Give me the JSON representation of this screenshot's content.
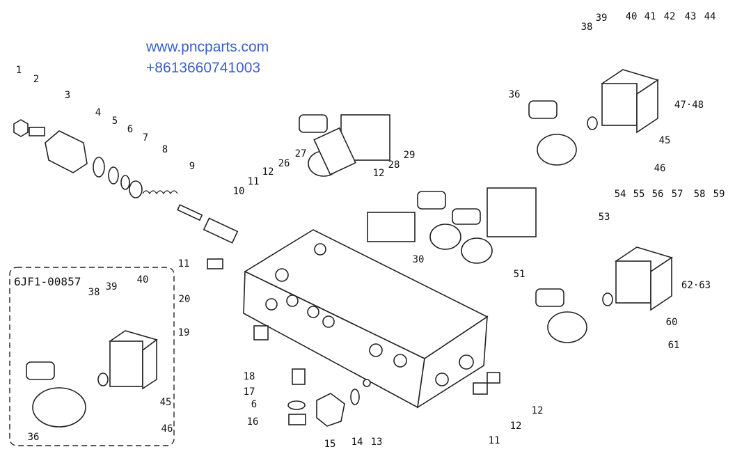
{
  "watermark": {
    "website": "www.pncparts.com",
    "phone": "+8613660741003"
  },
  "inset": {
    "title": "6JF1-00857"
  },
  "labels": [
    "1",
    "2",
    "3",
    "4",
    "5",
    "6",
    "7",
    "8",
    "9",
    "10",
    "11",
    "12",
    "26",
    "27",
    "12",
    "28",
    "29",
    "30",
    "11",
    "20",
    "19",
    "18",
    "17",
    "6",
    "16",
    "15",
    "14",
    "13",
    "11",
    "12",
    "12",
    "36",
    "38",
    "39",
    "40",
    "41",
    "42",
    "43",
    "44",
    "47·48",
    "45",
    "46",
    "53",
    "54",
    "55",
    "56",
    "57",
    "58",
    "59",
    "62·63",
    "60",
    "61",
    "51",
    "38",
    "39",
    "40",
    "45",
    "46",
    "36"
  ]
}
